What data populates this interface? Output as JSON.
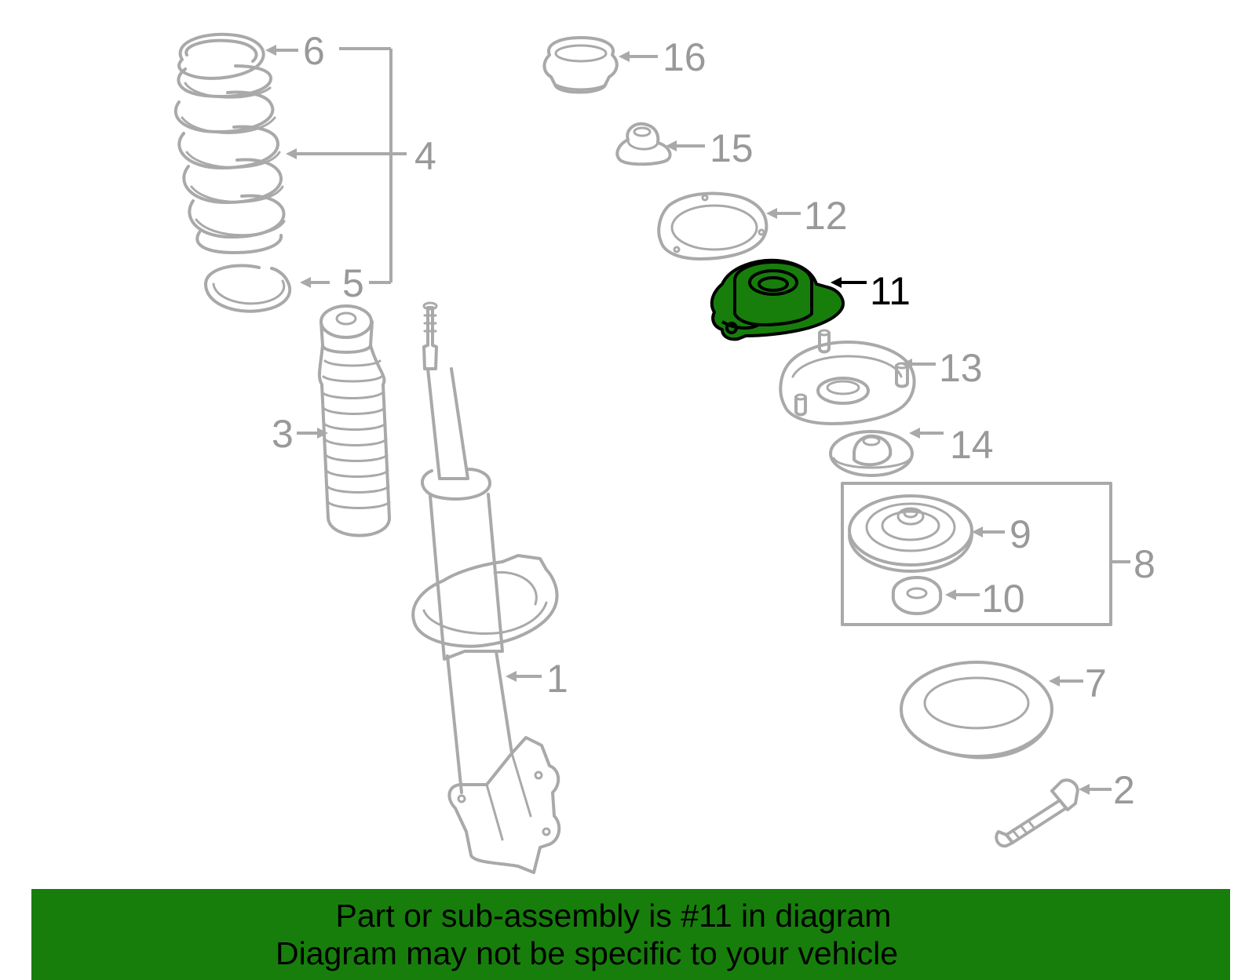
{
  "diagram": {
    "highlight_color": "#177e0c",
    "line_color": "#a9a9a9",
    "label_color": "#999999",
    "highlighted_label_color": "#000000",
    "callouts": {
      "c1": "1",
      "c2": "2",
      "c3": "3",
      "c4": "4",
      "c5": "5",
      "c6": "6",
      "c7": "7",
      "c8": "8",
      "c9": "9",
      "c10": "10",
      "c11": "11",
      "c12": "12",
      "c13": "13",
      "c14": "14",
      "c15": "15",
      "c16": "16"
    },
    "highlighted_part": "11"
  },
  "banner": {
    "line1": "Part or sub-assembly is #11 in diagram",
    "line2": "Diagram may not be specific to your vehicle",
    "background_color": "#177e0c"
  }
}
